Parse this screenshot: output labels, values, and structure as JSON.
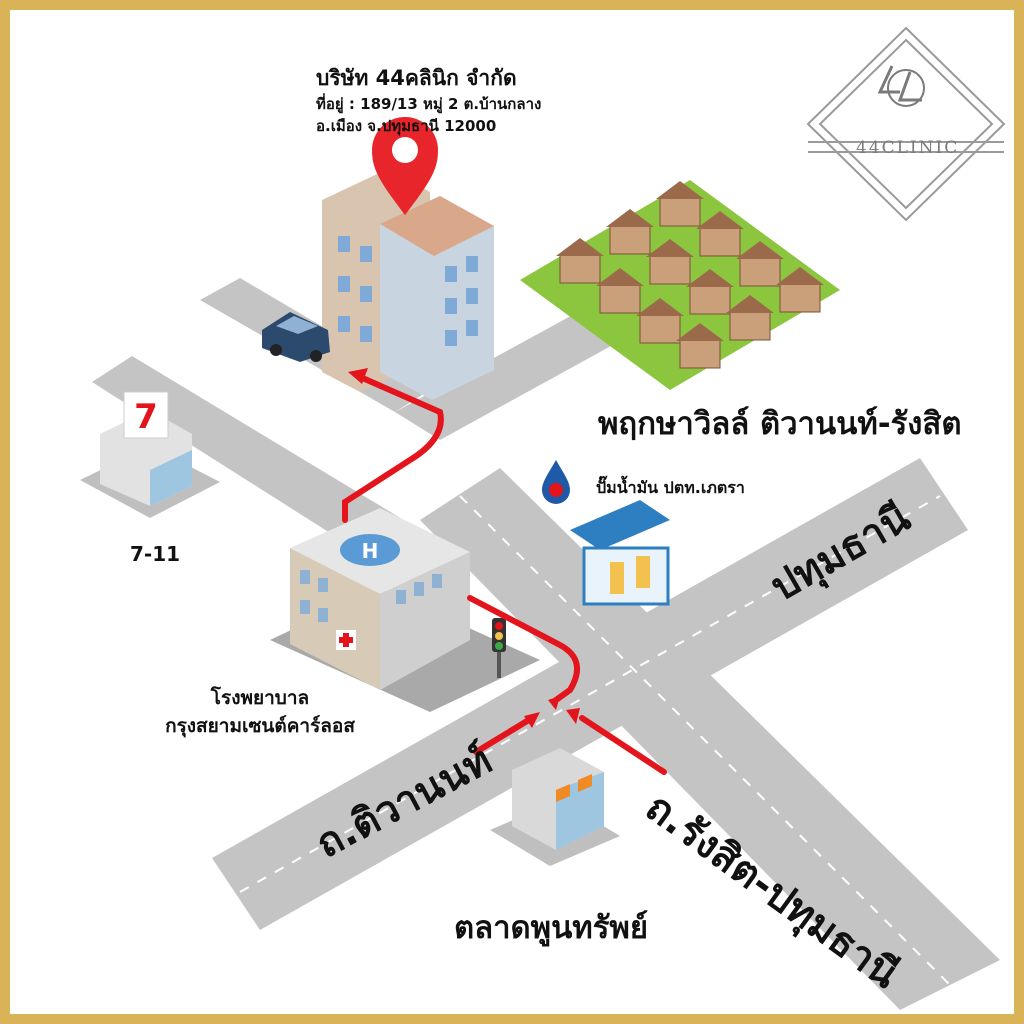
{
  "colors": {
    "frame": "#d9b357",
    "road": "#c4c4c4",
    "route": "#e3141b",
    "building": "#d9d9d9",
    "grass": "#8cc63f",
    "roof": "#9b6a4a",
    "pin": "#e8252b",
    "text": "#111111"
  },
  "brand": {
    "logo_text": "44CLINIC",
    "logo_icon": "44-monogram-icon"
  },
  "company": {
    "name": "บริษัท 44คลินิก จำกัด",
    "address_line1": "ที่อยู่ : 189/13 หมู่ 2 ต.บ้านกลาง",
    "address_line2": "อ.เมือง จ.ปทุมธานี 12000"
  },
  "landmarks": {
    "village": "พฤกษาวิลล์ ติวานนท์-รังสิต",
    "gas_station": "ปั๊มน้ำมัน ปตท.เภตรา",
    "seven_eleven": "7-11",
    "hospital_line1": "โรงพยาบาล",
    "hospital_line2": "กรุงสยามเซนต์คาร์ลอส",
    "market": "ตลาดพูนทรัพย์"
  },
  "roads": {
    "pathum": "ปทุมธานี",
    "tiwanon": "ถ.ติวานนท์",
    "rangsit": "ถ.รังสิต-ปทุมธานี"
  },
  "icons": {
    "pin": "location-pin-icon",
    "seven_logo": "seven-eleven-logo-icon",
    "ptt_logo": "ptt-drop-icon",
    "hospital_h": "helipad-h-icon",
    "traffic_light": "traffic-light-icon"
  }
}
